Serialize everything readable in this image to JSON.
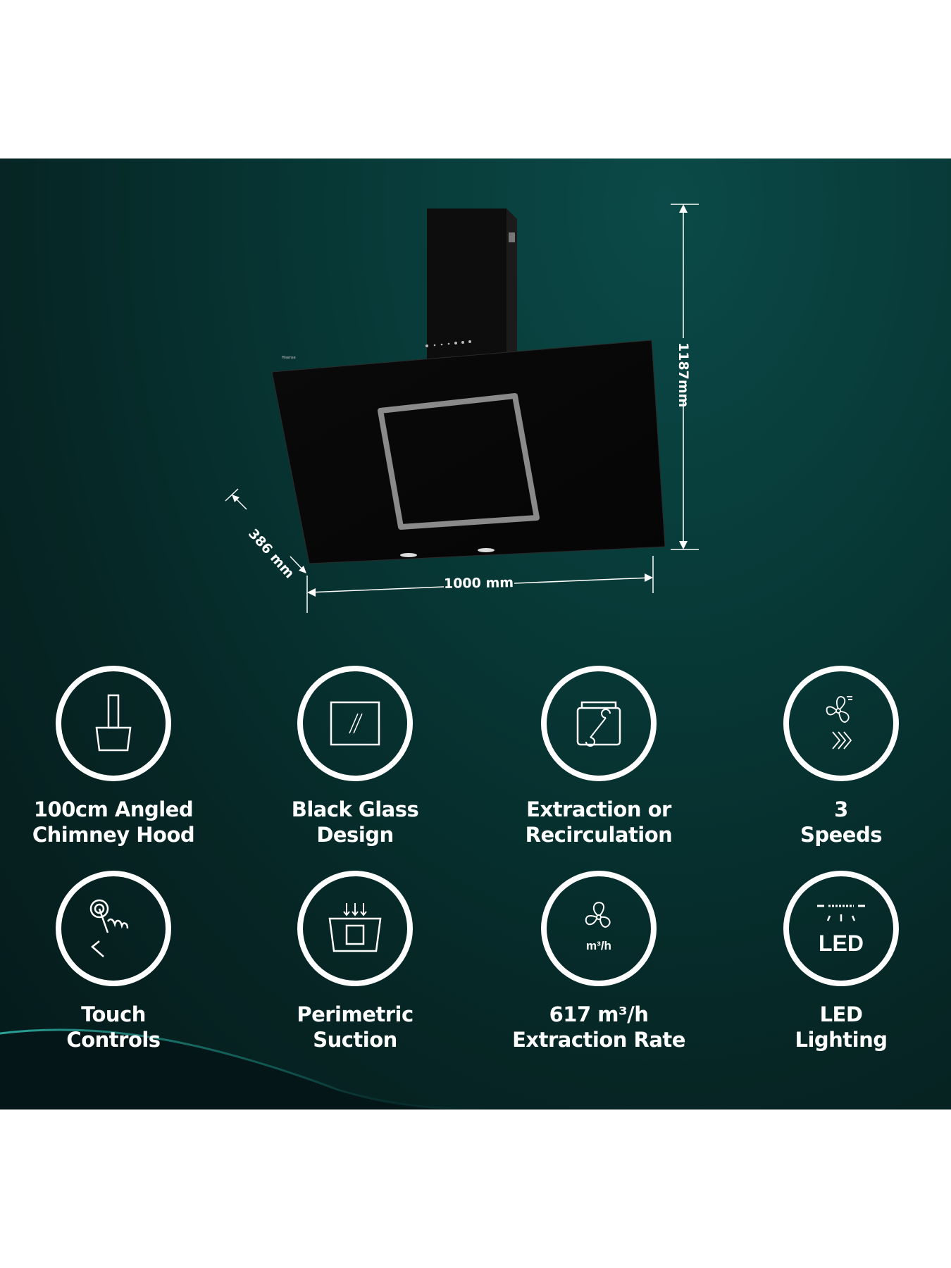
{
  "colors": {
    "panel_top": "#0b4a48",
    "panel_bottom": "#051a1b",
    "accent_swoosh": "#2fb3a6",
    "icon": "#ffffff"
  },
  "dimensions": {
    "height": "1187mm",
    "width": "1000 mm",
    "depth": "386 mm"
  },
  "brand_on_glass": "Hisense",
  "features": [
    {
      "icon": "chimney-hood-icon",
      "lines": [
        "100cm Angled",
        "Chimney Hood"
      ]
    },
    {
      "icon": "glass-panel-icon",
      "lines": [
        "Black Glass",
        "Design"
      ]
    },
    {
      "icon": "extraction-wrench-icon",
      "lines": [
        "Extraction or",
        "Recirculation"
      ]
    },
    {
      "icon": "fan-speeds-icon",
      "lines": [
        "3",
        "Speeds"
      ]
    },
    {
      "icon": "touch-finger-icon",
      "lines": [
        "Touch",
        "Controls"
      ]
    },
    {
      "icon": "perimetric-suction-icon",
      "lines": [
        "Perimetric",
        "Suction"
      ]
    },
    {
      "icon": "fan-airflow-icon",
      "icon_text": "m³/h",
      "lines": [
        "617 m³/h",
        "Extraction Rate"
      ]
    },
    {
      "icon": "led-light-icon",
      "icon_text": "LED",
      "lines": [
        "LED",
        "Lighting"
      ]
    }
  ]
}
